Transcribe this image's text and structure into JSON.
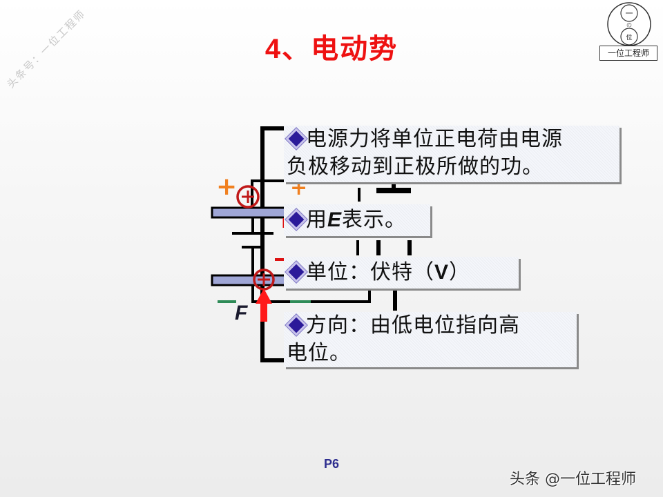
{
  "slide": {
    "title": "4、电动势",
    "watermark": "头条号：一位工程师",
    "logo": {
      "top_char": "一",
      "mid_char": "の",
      "bottom_char": "位",
      "label": "一位工程师"
    },
    "bullets": [
      {
        "line1": "电源力将单位正电荷由电源",
        "line2": "负极移动到正极所做的功。"
      },
      {
        "prefix": "用",
        "symbol": "E",
        "suffix": "表示。"
      },
      {
        "prefix": "单位：伏特（",
        "symbol": "V",
        "suffix": "）"
      },
      {
        "line1": "方向：由低电位指向高",
        "line2": "电位。"
      }
    ],
    "diagram": {
      "force_label": "F",
      "plus_sign": "+",
      "minus_sign": "−",
      "charge_symbol": "⊕",
      "colors": {
        "plus": "#f08020",
        "minus_red": "#dd1111",
        "minus_green": "#2e8b57",
        "charge": "#c01818",
        "arrow": "#ff1a1a",
        "plate_fill": "#9fa6d6",
        "wire": "#000000"
      }
    },
    "page_number": "P6",
    "footer": "头条 @一位工程师"
  }
}
